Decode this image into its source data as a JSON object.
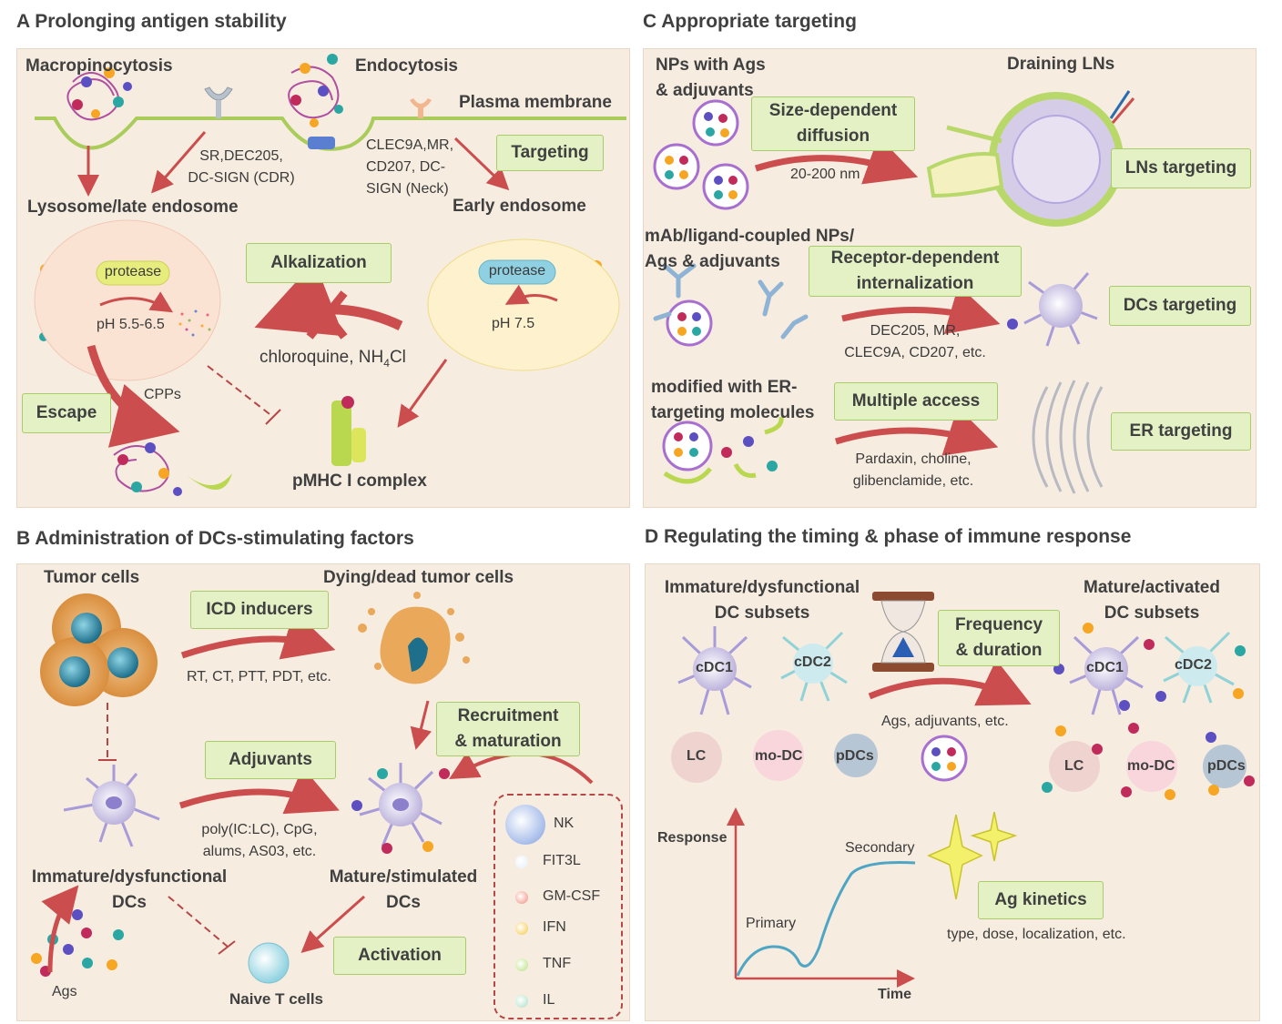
{
  "colors": {
    "panel_bg": "#f6ece0",
    "box_bg": "#e3f1c4",
    "box_border": "#a9cc6a",
    "arrow": "#cc4d4d",
    "membrane": "#a9cc5a",
    "dc": "#b3a9e0",
    "curve": "#4fa6c4"
  },
  "panelA": {
    "title": "A Prolonging antigen stability",
    "macropinocytosis": "Macropinocytosis",
    "endocytosis": "Endocytosis",
    "plasma_membrane": "Plasma membrane",
    "sr_receptors": "SR,DEC205,\nDC-SIGN (CDR)",
    "clec_receptors": "CLEC9A,MR,\nCD207, DC-\nSIGN (Neck)",
    "targeting": "Targeting",
    "lysosome": "Lysosome/late endosome",
    "early_endosome": "Early endosome",
    "protease_left": "protease",
    "protease_right": "protease",
    "ph_left": "pH 5.5-6.5",
    "ph_right": "pH 7.5",
    "alkalization": "Alkalization",
    "chloroquine": "chloroquine, NH",
    "chloroquine_sub": "4",
    "chloroquine_tail": "Cl",
    "cpps": "CPPs",
    "escape": "Escape",
    "pmhc": "pMHC I complex"
  },
  "panelB": {
    "title": "B Administration of DCs-stimulating factors",
    "tumor_cells": "Tumor cells",
    "dying_cells": "Dying/dead tumor cells",
    "icd_inducers": "ICD inducers",
    "icd_examples": "RT, CT, PTT, PDT, etc.",
    "recruitment": "Recruitment\n& maturation",
    "adjuvants": "Adjuvants",
    "adjuvant_examples": "poly(IC:LC), CpG,\nalums, AS03, etc.",
    "immature_dcs": "Immature/dysfunctional\nDCs",
    "mature_dcs": "Mature/stimulated\nDCs",
    "activation": "Activation",
    "ags": "Ags",
    "naive_t": "Naive T cells",
    "legend": [
      {
        "label": "NK",
        "color": "#7f9fe0"
      },
      {
        "label": "FIT3L",
        "color": "#e6eef8"
      },
      {
        "label": "GM-CSF",
        "color": "#f08a7a"
      },
      {
        "label": "IFN",
        "color": "#f5c842"
      },
      {
        "label": "TNF",
        "color": "#b7e07a"
      },
      {
        "label": "IL",
        "color": "#a8e0c8"
      }
    ]
  },
  "panelC": {
    "title": "C Appropriate targeting",
    "nps_ags": "NPs with Ags\n& adjuvants",
    "size_diffusion": "Size-dependent\ndiffusion",
    "size_range": "20-200 nm",
    "draining_lns": "Draining LNs",
    "lns_targeting": "LNs targeting",
    "mab_nps": "mAb/ligand-coupled NPs/\nAgs & adjuvants",
    "receptor_internalization": "Receptor-dependent\ninternalization",
    "receptor_examples": "DEC205, MR,\nCLEC9A, CD207,  etc.",
    "dcs_targeting": "DCs targeting",
    "er_modified": "modified with ER-\ntargeting molecules",
    "multiple_access": "Multiple access",
    "er_examples": "Pardaxin, choline,\nglibenclamide, etc.",
    "er_targeting": "ER targeting"
  },
  "panelD": {
    "title": "D Regulating the timing & phase of  immune response",
    "immature_subsets": "Immature/dysfunctional\nDC subsets",
    "mature_subsets": "Mature/activated\nDC subsets",
    "frequency": "Frequency\n& duration",
    "cdc1": "cDC1",
    "cdc2": "cDC2",
    "lc": "LC",
    "modc": "mo-DC",
    "pdcs": "pDCs",
    "ags_adjuvants": "Ags, adjuvants, etc.",
    "response": "Response",
    "time": "Time",
    "primary": "Primary",
    "secondary": "Secondary",
    "ag_kinetics": "Ag kinetics",
    "kinetics_examples": "type, dose, localization, etc."
  }
}
